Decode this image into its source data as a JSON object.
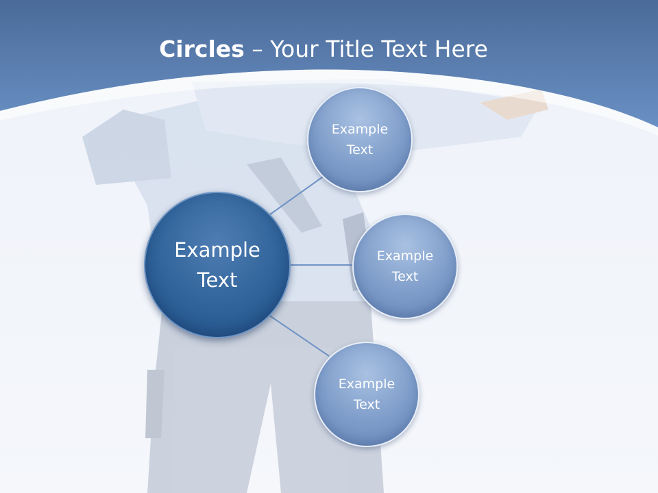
{
  "title": {
    "bold": "Circles",
    "rest": " – Your Title Text Here"
  },
  "diagram": {
    "center": {
      "line1": "Example",
      "line2": "Text"
    },
    "nodes": [
      {
        "line1": "Example",
        "line2": "Text"
      },
      {
        "line1": "Example",
        "line2": "Text"
      },
      {
        "line1": "Example",
        "line2": "Text"
      }
    ]
  },
  "colors": {
    "header": "#5a82b8",
    "center_circle": "#2f6399",
    "small_circle": "#7d9cc9",
    "connector": "#6f93c4"
  }
}
